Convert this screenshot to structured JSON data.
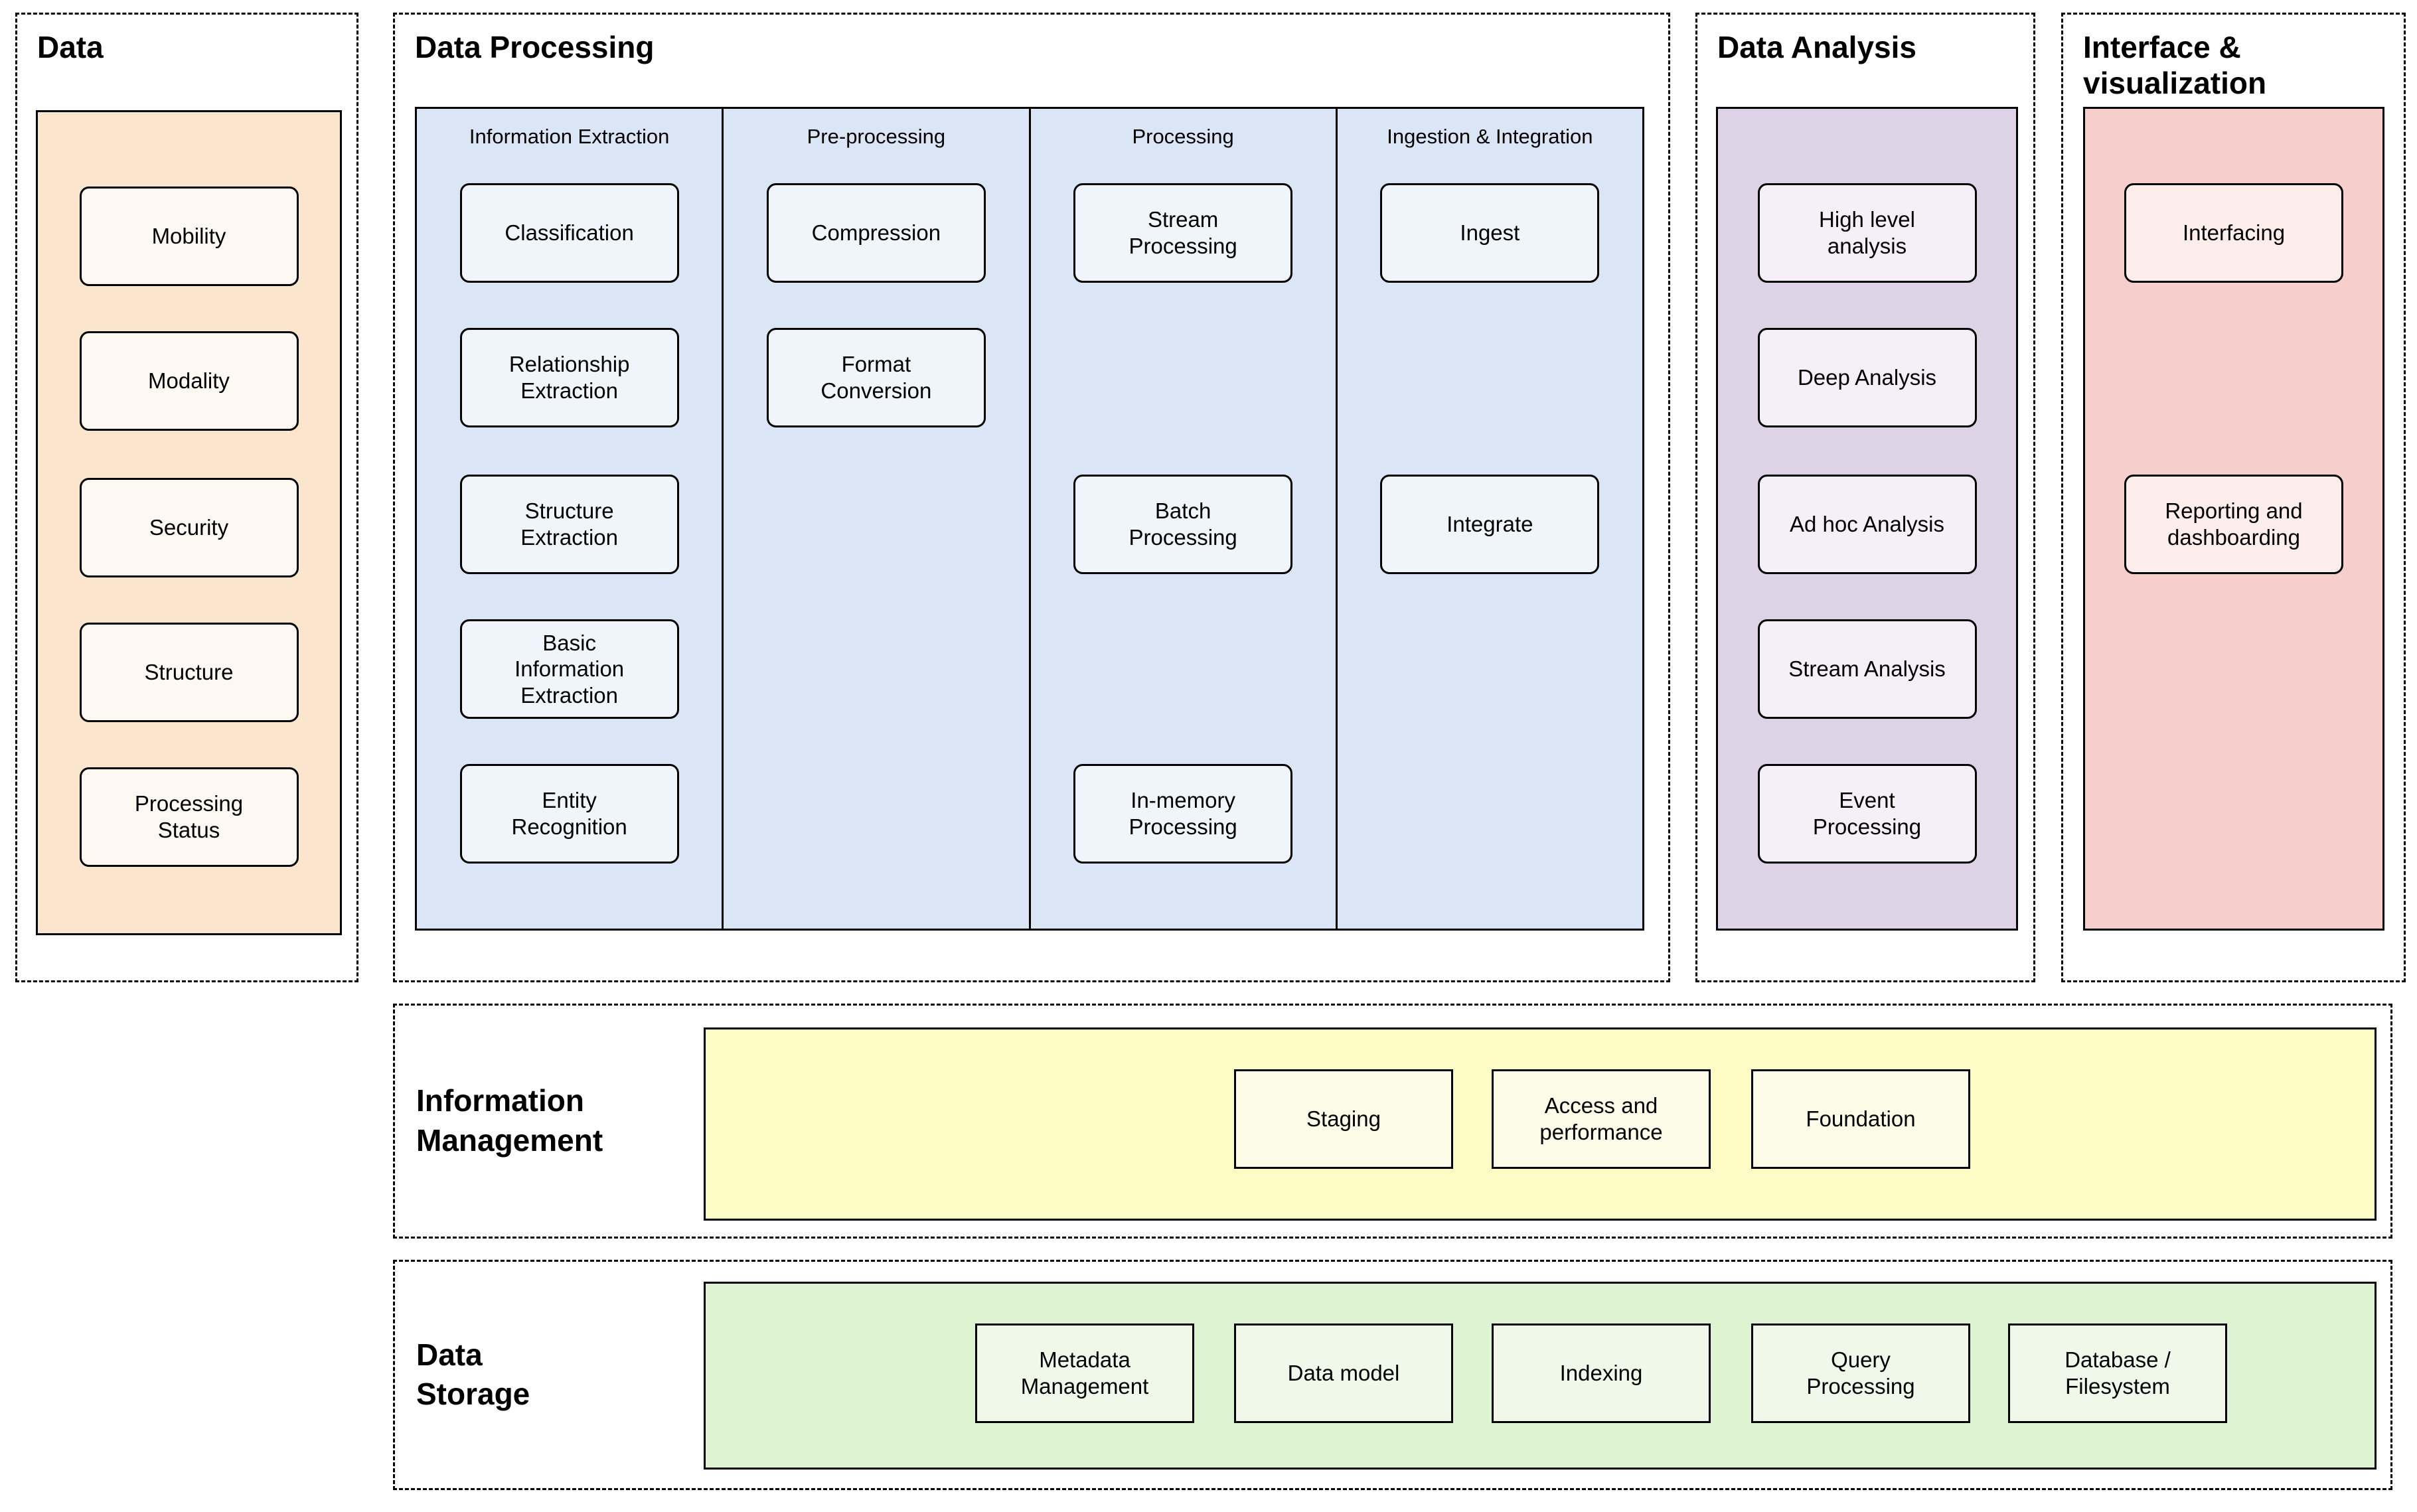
{
  "colors": {
    "border": "#000000",
    "orange_bg": "#fce5cd",
    "orange_box": "#fdf8f1",
    "blue_bg": "#dae6f6",
    "blue_box": "#f0f5fc",
    "purple_bg": "#ddd2e6",
    "purple_box": "#f5f0f8",
    "pink_bg": "#f6cfcc",
    "pink_box": "#fdeeec",
    "yellow_bg": "#fdfcc6",
    "yellow_box": "#fdfce8",
    "green_bg": "#def3d2",
    "green_box": "#f0f9e9"
  },
  "sections": {
    "data": {
      "title": "Data",
      "items": [
        {
          "label": "Mobility",
          "row": 0
        },
        {
          "label": "Modality",
          "row": 1
        },
        {
          "label": "Security",
          "row": 2
        },
        {
          "label": "Structure",
          "row": 3
        },
        {
          "label": "Processing\nStatus",
          "row": 4
        }
      ]
    },
    "data_processing": {
      "title": "Data Processing",
      "columns": [
        {
          "header": "Information Extraction",
          "items": [
            {
              "label": "Classification",
              "row": 0
            },
            {
              "label": "Relationship\nExtraction",
              "row": 1
            },
            {
              "label": "Structure\nExtraction",
              "row": 2
            },
            {
              "label": "Basic\nInformation\nExtraction",
              "row": 3
            },
            {
              "label": "Entity\nRecognition",
              "row": 4
            }
          ]
        },
        {
          "header": "Pre-processing",
          "items": [
            {
              "label": "Compression",
              "row": 0
            },
            {
              "label": "Format\nConversion",
              "row": 1
            }
          ]
        },
        {
          "header": "Processing",
          "items": [
            {
              "label": "Stream\nProcessing",
              "row": 0
            },
            {
              "label": "Batch\nProcessing",
              "row": 2
            },
            {
              "label": "In-memory\nProcessing",
              "row": 4
            }
          ]
        },
        {
          "header": "Ingestion & Integration",
          "items": [
            {
              "label": "Ingest",
              "row": 0
            },
            {
              "label": "Integrate",
              "row": 2
            }
          ]
        }
      ]
    },
    "data_analysis": {
      "title": "Data Analysis",
      "items": [
        {
          "label": "High level\nanalysis",
          "row": 0
        },
        {
          "label": "Deep Analysis",
          "row": 1
        },
        {
          "label": "Ad hoc Analysis",
          "row": 2
        },
        {
          "label": "Stream Analysis",
          "row": 3
        },
        {
          "label": "Event\nProcessing",
          "row": 4
        }
      ]
    },
    "interface_visualization": {
      "title": "Interface &\nvisualization",
      "items": [
        {
          "label": "Interfacing",
          "row": 0
        },
        {
          "label": "Reporting and\ndashboarding",
          "row": 2
        }
      ]
    },
    "information_management": {
      "title": "Information\nManagement",
      "items": [
        {
          "label": "Staging",
          "slot": 1
        },
        {
          "label": "Access and\nperformance",
          "slot": 2
        },
        {
          "label": "Foundation",
          "slot": 3
        }
      ]
    },
    "data_storage": {
      "title": "Data\nStorage",
      "items": [
        {
          "label": "Metadata\nManagement",
          "slot": 0
        },
        {
          "label": "Data model",
          "slot": 1
        },
        {
          "label": "Indexing",
          "slot": 2
        },
        {
          "label": "Query\nProcessing",
          "slot": 3
        },
        {
          "label": "Database /\nFilesystem",
          "slot": 4
        }
      ]
    }
  }
}
